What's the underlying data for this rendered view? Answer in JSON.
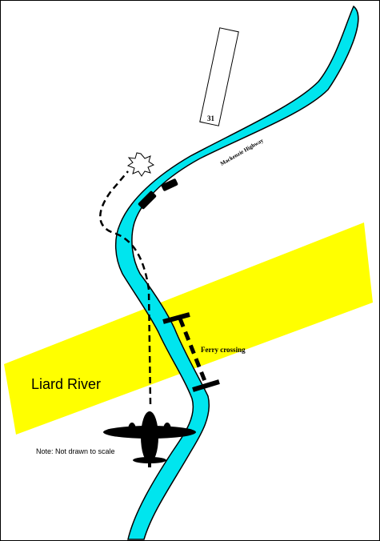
{
  "diagram": {
    "river_label": "Liard River",
    "road_label": "Mackenzie Highway",
    "ferry_label": "Ferry crossing",
    "runway_label": "31",
    "note": "Note: Not drawn to scale"
  },
  "colors": {
    "road": "#00e5ee",
    "river": "#ffff00",
    "outline": "#000000",
    "background": "#ffffff",
    "explosion_fill": "#ffffff"
  },
  "icons": [
    "airplane-icon",
    "explosion-icon",
    "vehicle-icon"
  ]
}
